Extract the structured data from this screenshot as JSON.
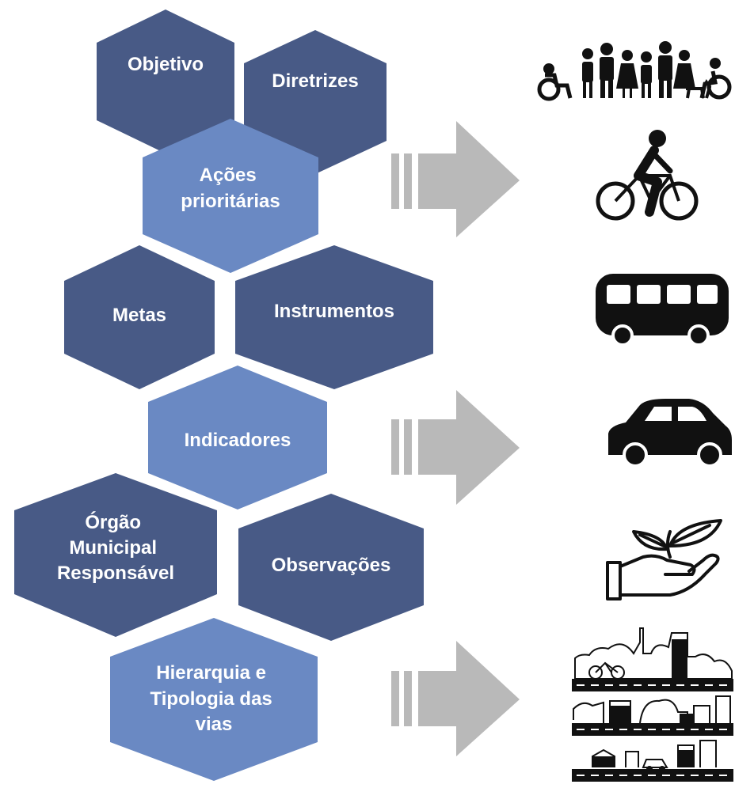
{
  "colors": {
    "dark_hex": "#485a86",
    "light_hex": "#6a89c3",
    "arrow_gray": "#b9b9b9",
    "icon_black": "#111111"
  },
  "hexagons": {
    "objetivo": [
      "Objetivo"
    ],
    "diretrizes": [
      "Diretrizes"
    ],
    "acoes": [
      "Ações",
      "prioritárias"
    ],
    "metas": [
      "Metas"
    ],
    "instrumentos": [
      "Instrumentos"
    ],
    "indicadores": [
      "Indicadores"
    ],
    "orgao": [
      "Órgão",
      "Municipal",
      "Responsável"
    ],
    "observacoes": [
      "Observações"
    ],
    "hierarquia": [
      "Hierarquia e",
      "Tipologia das",
      "vias"
    ]
  },
  "icons": [
    "people-with-disabilities-icon",
    "cyclist-icon",
    "bus-icon",
    "car-icon",
    "hand-with-plant-icon",
    "city-street-layers-icon"
  ]
}
